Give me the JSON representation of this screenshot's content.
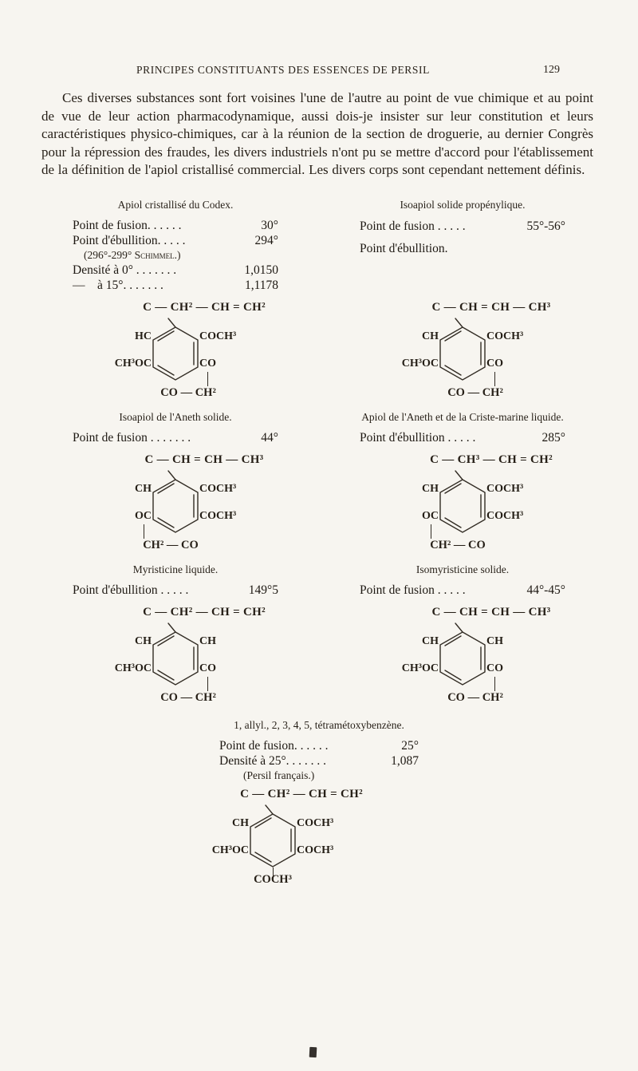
{
  "header": {
    "title": "PRINCIPES CONSTITUANTS DES ESSENCES DE PERSIL",
    "page_number": "129"
  },
  "paragraph": "Ces diverses substances sont fort voisines l'une de l'autre au point de vue chimique et au point de vue de leur action pharmacodynamique, aussi dois-je insister sur leur constitution et leurs caractéristiques physico-chimiques, car à la réunion de la section de droguerie, au dernier Congrès pour la répression des fraudes, les divers industriels n'ont pu se mettre d'accord pour l'établissement de la définition de l'apiol cristallisé commercial. Les divers corps sont cependant nettement définis.",
  "blocks": {
    "apiol_codex": {
      "title": "Apiol cristallisé du Codex.",
      "rows": [
        {
          "label": "Point de fusion. . . . . .",
          "value": "30°"
        },
        {
          "label": "Point d'ébullition. . . . .",
          "value": "294°"
        },
        {
          "note": "(296°-299° Schimmel.)"
        },
        {
          "label": "Densité à 0° . . . . . . .",
          "value": "1,0150"
        },
        {
          "label": "— à 15°. . . . . . .",
          "value": "1,1178"
        }
      ]
    },
    "isoapiol_propenylique": {
      "title": "Isoapiol solide propénylique.",
      "rows": [
        {
          "label": "Point de fusion . . . . .",
          "value": "55°-56°"
        },
        {
          "label": "Point d'ébullition.",
          "value": ""
        }
      ]
    },
    "isoapiol_aneth": {
      "title": "Isoapiol de l'Aneth solide.",
      "rows": [
        {
          "label": "Point de fusion . . . . . . .",
          "value": "44°"
        }
      ]
    },
    "apiol_aneth": {
      "title": "Apiol de l'Aneth et de la Criste-marine liquide.",
      "rows": [
        {
          "label": "Point d'ébullition . . . . .",
          "value": "285°"
        }
      ]
    },
    "myristicine": {
      "title": "Myristicine liquide.",
      "rows": [
        {
          "label": "Point d'ébullition . . . . .",
          "value": "149°5"
        }
      ]
    },
    "isomyristicine": {
      "title": "Isomyristicine solide.",
      "rows": [
        {
          "label": "Point de fusion . . . . .",
          "value": "44°-45°"
        }
      ]
    },
    "tetramethoxybenzene": {
      "title": "1, allyl., 2, 3, 4, 5, tétramétoxybenzène.",
      "rows": [
        {
          "label": "Point de fusion. . . . . .",
          "value": "25°"
        },
        {
          "label": "Densité à 25°. . . . . . .",
          "value": "1,087"
        },
        {
          "note": "(Persil français.)"
        }
      ]
    }
  },
  "structures": [
    {
      "chain": "C — CH² — CH = CH²",
      "upper_left": "HC",
      "upper_right": "COCH³",
      "lower_left": "CH³OC",
      "lower_right": "CO",
      "bottom": "CO — CH²"
    },
    {
      "chain": "C — CH = CH — CH³",
      "upper_left": "CH",
      "upper_right": "COCH³",
      "lower_left": "CH³OC",
      "lower_right": "CO",
      "bottom": "CO — CH²"
    },
    {
      "chain": "C — CH = CH — CH³",
      "upper_left": "CH",
      "upper_right": "COCH³",
      "lower_left": "OC",
      "lower_right": "COCH³",
      "bottom": "CH² — CO"
    },
    {
      "chain": "C — CH³ — CH = CH²",
      "upper_left": "CH",
      "upper_right": "COCH³",
      "lower_left": "OC",
      "lower_right": "COCH³",
      "bottom": "CH² — CO"
    },
    {
      "chain": "C — CH² — CH = CH²",
      "upper_left": "CH",
      "upper_right": "CH",
      "lower_left": "CH³OC",
      "lower_right": "CO",
      "bottom": "CO — CH²"
    },
    {
      "chain": "C — CH = CH — CH³",
      "upper_left": "CH",
      "upper_right": "CH",
      "lower_left": "CH³OC",
      "lower_right": "CO",
      "bottom": "CO — CH²"
    },
    {
      "chain": "C — CH² — CH = CH²",
      "upper_left": "CH",
      "upper_right": "COCH³",
      "lower_left": "CH³OC",
      "lower_right": "COCH³",
      "bottom": "COCH³"
    }
  ]
}
